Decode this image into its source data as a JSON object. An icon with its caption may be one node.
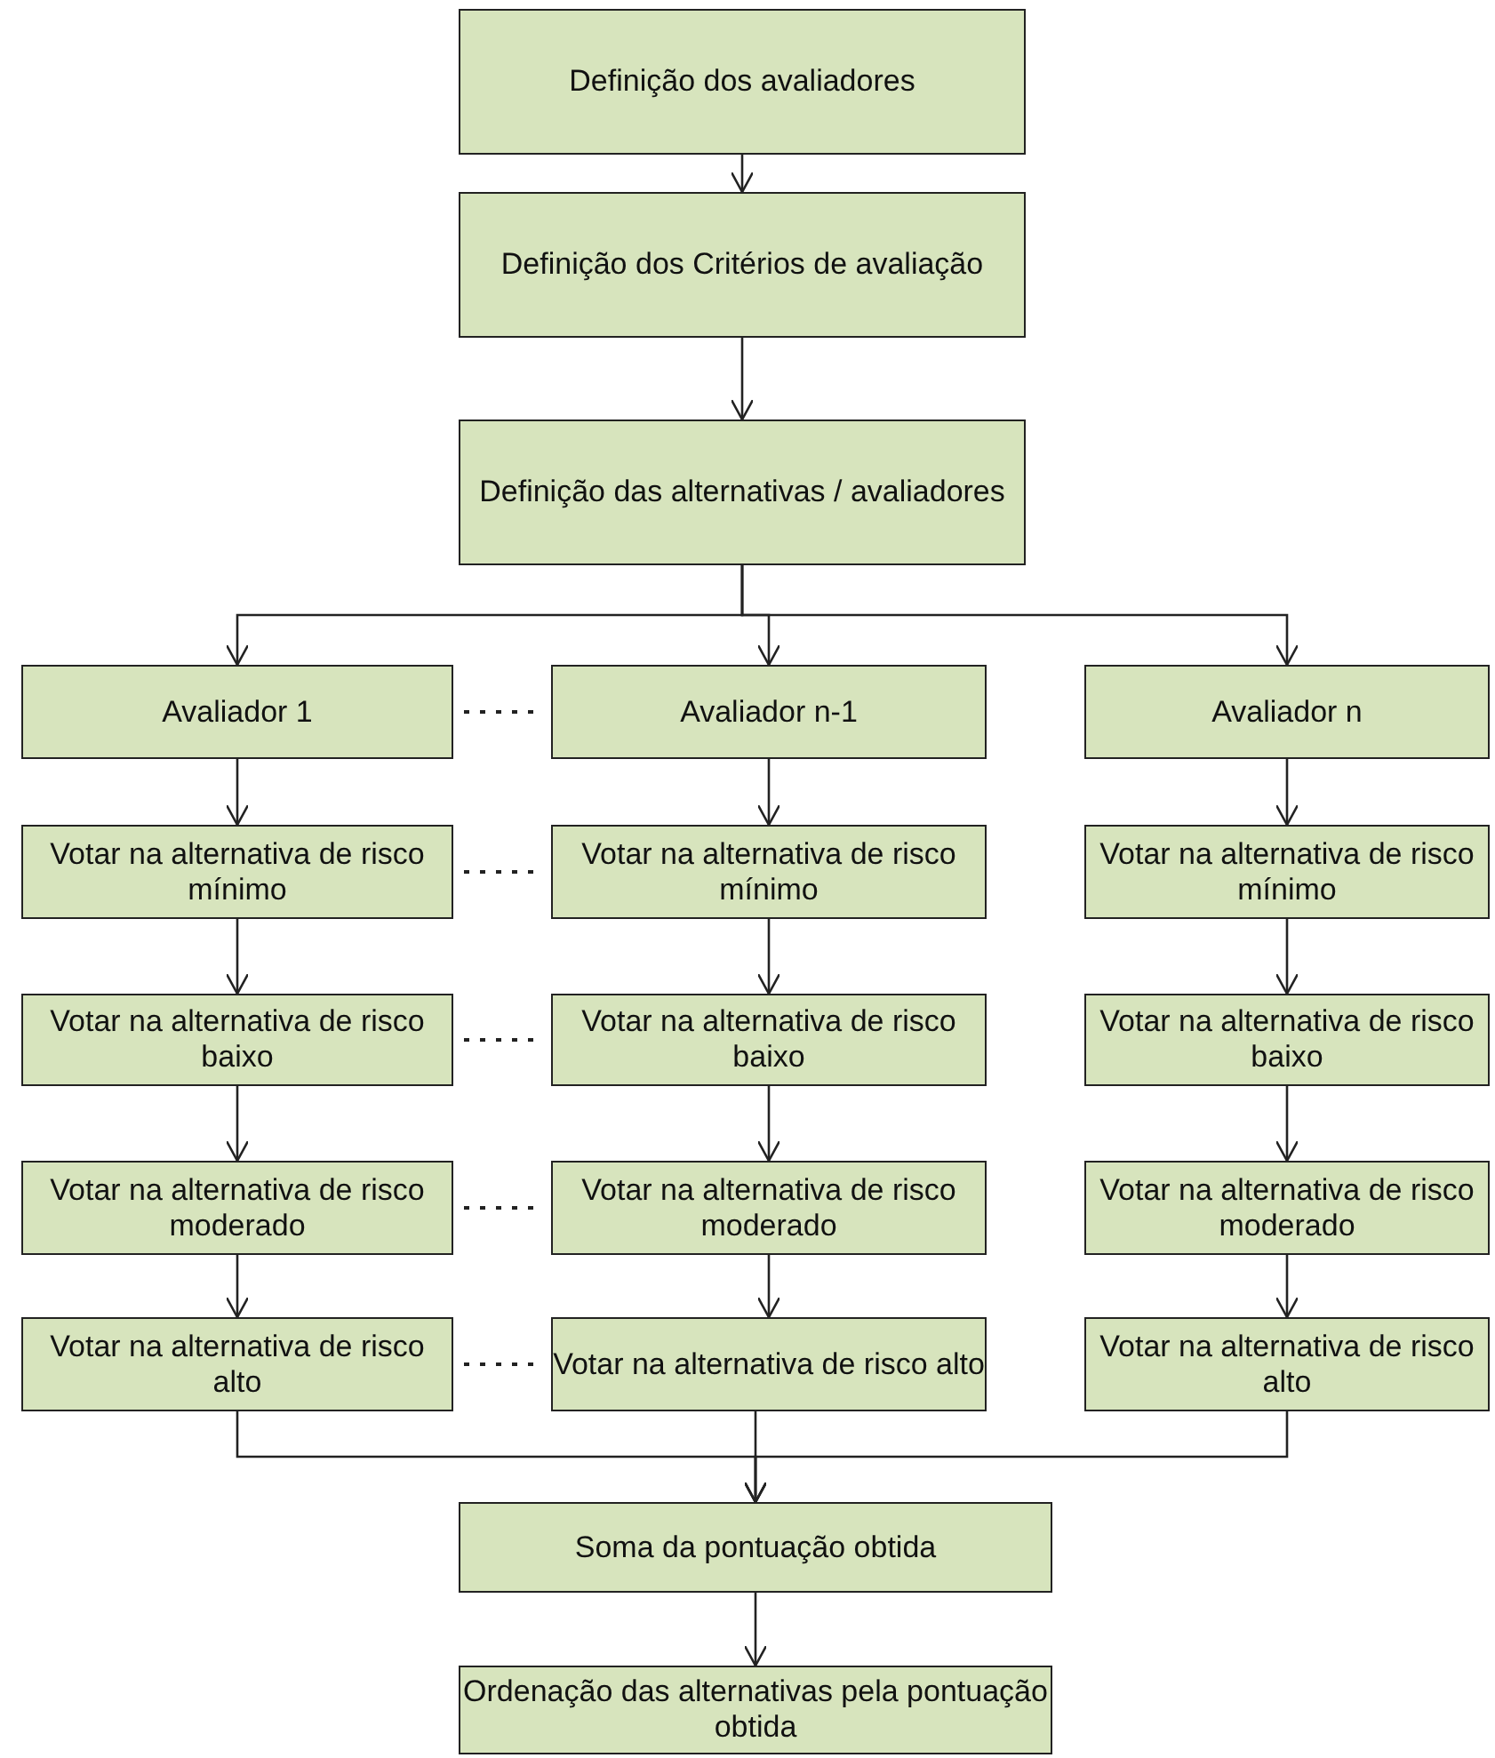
{
  "diagram": {
    "nodes": [
      {
        "text": [
          "Definição dos avaliadores"
        ]
      },
      {
        "text": [
          "Definição dos Critérios de avaliação"
        ]
      },
      {
        "text": [
          "Definição das alternativas / avaliadores"
        ]
      },
      {
        "text": [
          "Avaliador 1"
        ]
      },
      {
        "text": [
          "Avaliador n-1"
        ]
      },
      {
        "text": [
          "Avaliador n"
        ]
      },
      {
        "text": [
          "Votar na alternativa de risco mínimo"
        ]
      },
      {
        "text": [
          "Votar na alternativa de risco mínimo"
        ]
      },
      {
        "text": [
          "Votar na alternativa de risco mínimo"
        ]
      },
      {
        "text": [
          "Votar na alternativa de risco baixo"
        ]
      },
      {
        "text": [
          "Votar na alternativa de risco baixo"
        ]
      },
      {
        "text": [
          "Votar na alternativa de risco baixo"
        ]
      },
      {
        "text": [
          "Votar na alternativa de risco moderado"
        ]
      },
      {
        "text": [
          "Votar na alternativa de risco moderado"
        ]
      },
      {
        "text": [
          "Votar na alternativa de risco moderado"
        ]
      },
      {
        "text": [
          "Votar na alternativa de risco alto"
        ]
      },
      {
        "text": [
          "Votar na alternativa de risco alto"
        ]
      },
      {
        "text": [
          "Votar na alternativa de risco alto"
        ]
      },
      {
        "text": [
          "Soma da pontuação obtida"
        ]
      },
      {
        "text": [
          "Ordenação das alternativas pela pontuação obtida"
        ]
      }
    ],
    "edges": [
      {
        "from": 0,
        "to": 1,
        "arrow": "to"
      },
      {
        "from": 1,
        "to": 2,
        "arrow": "to"
      },
      {
        "from": 2,
        "to": 3,
        "arrow": "to"
      },
      {
        "from": 2,
        "to": 4,
        "arrow": "to"
      },
      {
        "from": 2,
        "to": 5,
        "arrow": "to"
      },
      {
        "from": 3,
        "to": 6,
        "arrow": "to"
      },
      {
        "from": 4,
        "to": 7,
        "arrow": "to"
      },
      {
        "from": 5,
        "to": 8,
        "arrow": "to"
      },
      {
        "from": 6,
        "to": 9,
        "arrow": "to"
      },
      {
        "from": 7,
        "to": 10,
        "arrow": "to"
      },
      {
        "from": 8,
        "to": 11,
        "arrow": "to"
      },
      {
        "from": 9,
        "to": 12,
        "arrow": "to"
      },
      {
        "from": 10,
        "to": 13,
        "arrow": "to"
      },
      {
        "from": 11,
        "to": 14,
        "arrow": "to"
      },
      {
        "from": 12,
        "to": 15,
        "arrow": "to"
      },
      {
        "from": 13,
        "to": 16,
        "arrow": "to"
      },
      {
        "from": 14,
        "to": 17,
        "arrow": "to"
      },
      {
        "from": 15,
        "to": 18,
        "arrow": "to"
      },
      {
        "from": 16,
        "to": 18,
        "arrow": "to"
      },
      {
        "from": 17,
        "to": 18,
        "arrow": "to"
      },
      {
        "from": 18,
        "to": 19,
        "arrow": "to"
      },
      {
        "from": 3,
        "to": 4,
        "arrow": "none",
        "style": "dashed"
      },
      {
        "from": 6,
        "to": 7,
        "arrow": "none",
        "style": "dashed"
      },
      {
        "from": 9,
        "to": 10,
        "arrow": "none",
        "style": "dashed"
      },
      {
        "from": 12,
        "to": 13,
        "arrow": "none",
        "style": "dashed"
      },
      {
        "from": 15,
        "to": 16,
        "arrow": "none",
        "style": "dashed"
      }
    ]
  }
}
